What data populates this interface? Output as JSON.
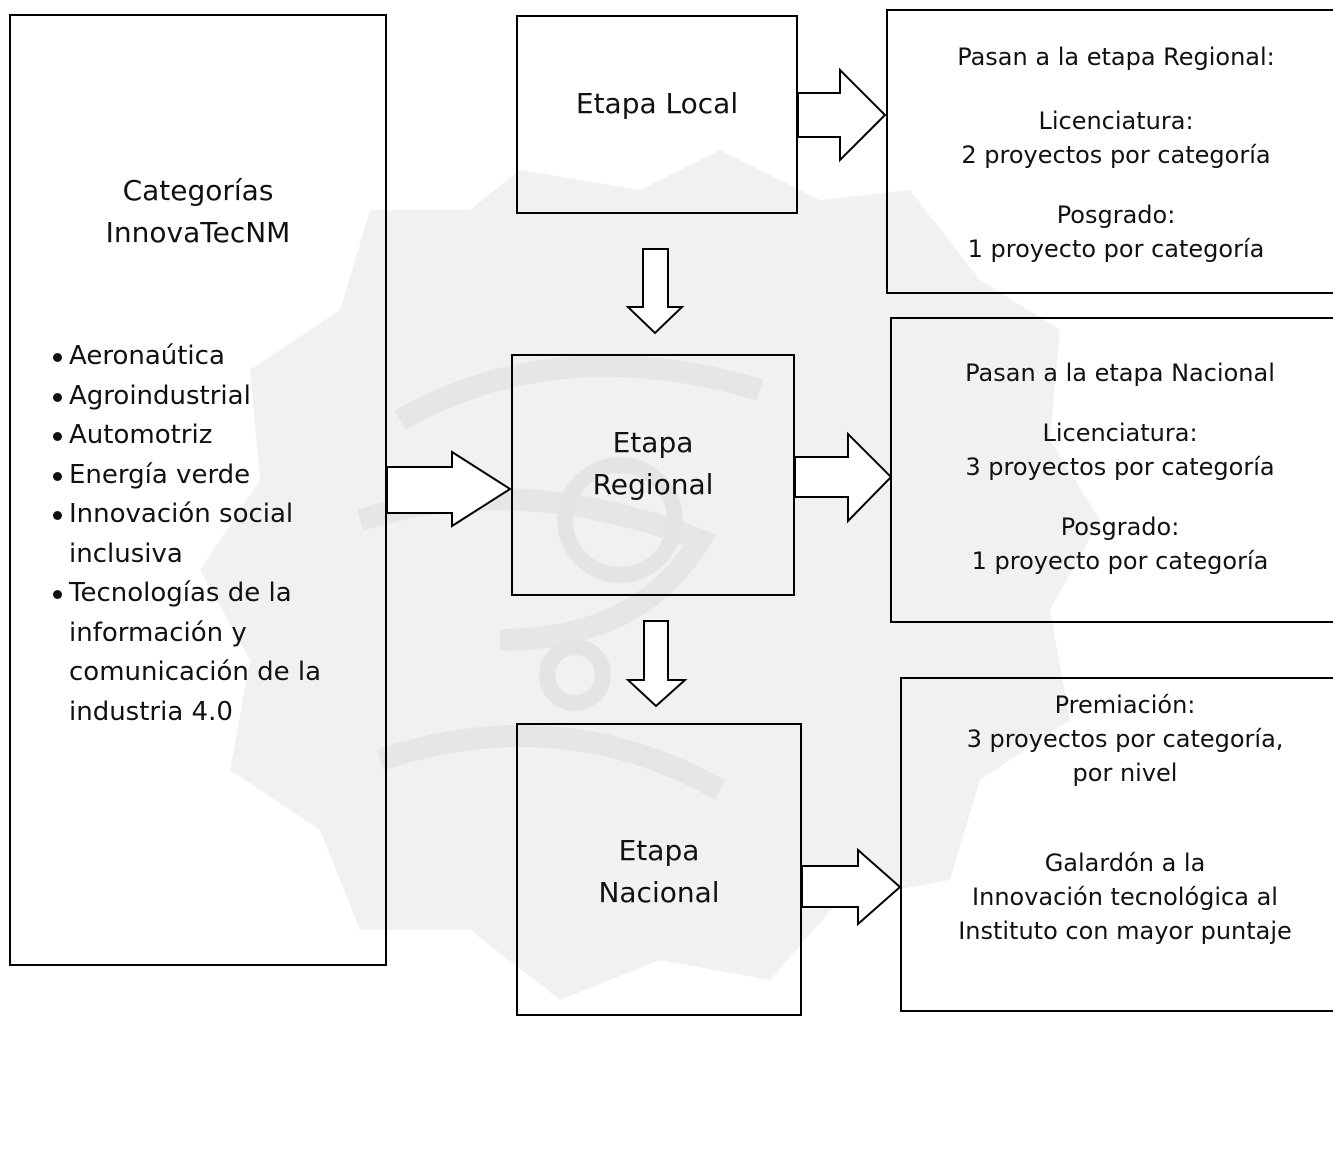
{
  "categories": {
    "title_line1": "Categorías",
    "title_line2": "InnovaTecNM",
    "items": [
      "Aeronaútica",
      "Agroindustrial",
      "Automotriz",
      "Energía verde",
      "Innovación social inclusiva",
      "Tecnologías de la información y comunicación de la industria 4.0"
    ]
  },
  "stages": {
    "local": "Etapa Local",
    "regional_line1": "Etapa",
    "regional_line2": "Regional",
    "nacional_line1": "Etapa",
    "nacional_line2": "Nacional"
  },
  "outcomes": {
    "regional": {
      "heading": "Pasan a la etapa Regional:",
      "lic_label": "Licenciatura:",
      "lic_value": "2 proyectos por categoría",
      "pos_label": "Posgrado:",
      "pos_value": "1 proyecto por categoría"
    },
    "nacional": {
      "heading": "Pasan a la etapa Nacional",
      "lic_label": "Licenciatura:",
      "lic_value": "3 proyectos por categoría",
      "pos_label": "Posgrado:",
      "pos_value": "1 proyecto por categoría"
    },
    "premiacion": {
      "line1": "Premiación:",
      "line2": "3 proyectos por categoría,",
      "line3": "por nivel",
      "line4": "Galardón a la",
      "line5": "Innovación tecnológica al",
      "line6": "Instituto con mayor puntaje"
    }
  }
}
